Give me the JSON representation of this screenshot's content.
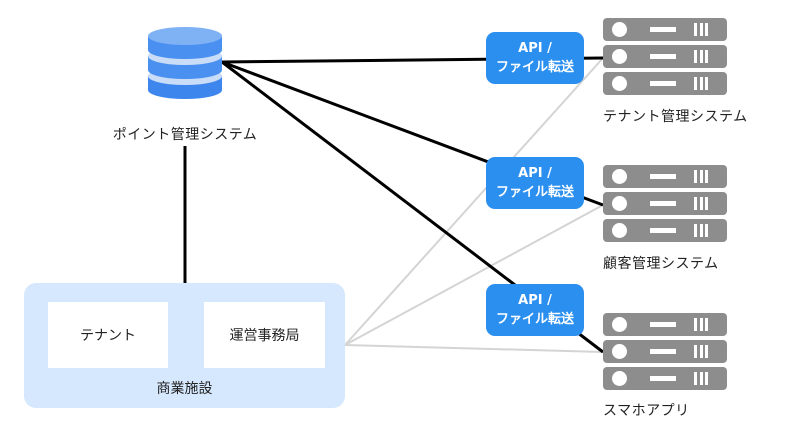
{
  "diagram": {
    "central_system": {
      "label": "ポイント管理システム",
      "icon": "database-icon",
      "color": "#4a90f0"
    },
    "facility": {
      "label": "商業施設",
      "members": [
        {
          "label": "テナント"
        },
        {
          "label": "運営事務局"
        }
      ],
      "background": "#d6e8fd"
    },
    "connectors": [
      {
        "line1": "API /",
        "line2": "ファイル転送"
      },
      {
        "line1": "API /",
        "line2": "ファイル転送"
      },
      {
        "line1": "API /",
        "line2": "ファイル転送"
      }
    ],
    "connector_color": "#2b8ff0",
    "external_systems": [
      {
        "label": "テナント管理システム",
        "icon": "server-icon"
      },
      {
        "label": "顧客管理システム",
        "icon": "server-icon"
      },
      {
        "label": "スマホアプリ",
        "icon": "server-icon"
      }
    ],
    "edges": [
      {
        "from": "ポイント管理システム",
        "to": "テナント管理システム",
        "style": "black",
        "via": "API / ファイル転送"
      },
      {
        "from": "ポイント管理システム",
        "to": "顧客管理システム",
        "style": "black",
        "via": "API / ファイル転送"
      },
      {
        "from": "ポイント管理システム",
        "to": "スマホアプリ",
        "style": "black",
        "via": "API / ファイル転送"
      },
      {
        "from": "ポイント管理システム",
        "to": "商業施設",
        "style": "black"
      },
      {
        "from": "商業施設",
        "to": "テナント管理システム",
        "style": "gray"
      },
      {
        "from": "商業施設",
        "to": "顧客管理システム",
        "style": "gray"
      },
      {
        "from": "商業施設",
        "to": "スマホアプリ",
        "style": "gray"
      }
    ],
    "colors": {
      "strong_edge": "#000000",
      "weak_edge": "#d4d4d4",
      "server": "#8d8d8d"
    }
  }
}
